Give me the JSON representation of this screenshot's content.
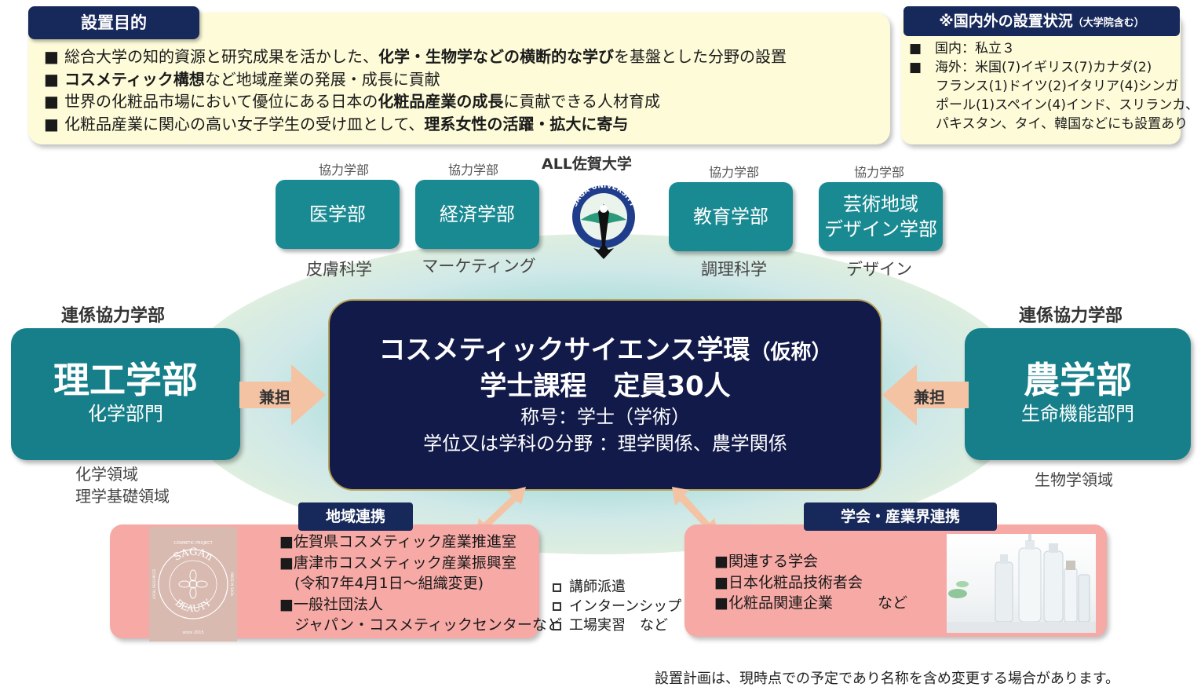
{
  "purpose": {
    "title": "設置目的",
    "items": [
      {
        "bullet": "■",
        "pre": "総合大学の知的資源と研究成果を活かした、",
        "bold": "化学・生物学などの横断的な学び",
        "post": "を基盤とした分野の設置"
      },
      {
        "bullet": "■",
        "pre": "",
        "bold": "コスメティック構想",
        "post": "など地域産業の発展・成長に貢献"
      },
      {
        "bullet": "■",
        "pre": "世界の化粧品市場において優位にある日本の",
        "bold": "化粧品産業の成長",
        "post": "に貢献できる人材育成"
      },
      {
        "bullet": "■",
        "pre": "化粧品産業に関心の高い女子学生の受け皿として、",
        "bold": "理系女性の活躍・拡大に寄与",
        "post": ""
      }
    ]
  },
  "international": {
    "title": "※国内外の設置状況",
    "title_note": "（大学院含む）",
    "lines": [
      "■　国内：私立３",
      "■　海外：米国(7)イギリス(7)カナダ(2)",
      "　　フランス(1)ドイツ(2)イタリア(4)シンガ",
      "　　ポール(1)スペイン(4)インド、スリランカ、",
      "　　パキスタン、タイ、韓国などにも設置あり"
    ]
  },
  "all_saga": "ALL佐賀大学",
  "logo_text": "SAGA UNIVERSITY",
  "coop_faculties": [
    {
      "label": "協力学部",
      "name": [
        "医学部"
      ],
      "sub": "皮膚科学"
    },
    {
      "label": "協力学部",
      "name": [
        "経済学部"
      ],
      "sub": "マーケティング"
    },
    {
      "label": "協力学部",
      "name": [
        "教育学部"
      ],
      "sub": "調理科学"
    },
    {
      "label": "協力学部",
      "name": [
        "芸術地域",
        "デザイン学部"
      ],
      "sub": "デザイン"
    }
  ],
  "left_dept": {
    "label": "連係協力学部",
    "name": "理工学部",
    "sub": "化学部門",
    "arrow": "兼担",
    "fields": [
      "化学領域",
      "理学基礎領域"
    ]
  },
  "right_dept": {
    "label": "連係協力学部",
    "name": "農学部",
    "sub": "生命機能部門",
    "arrow": "兼担",
    "fields": [
      "生物学領域"
    ]
  },
  "center": {
    "line1": "コスメティックサイエンス学環",
    "line1_note": "（仮称）",
    "line2": "学士課程　定員30人",
    "line3": "称号：学士（学術）",
    "line4": "学位又は学科の分野 ：理学関係、農学関係"
  },
  "region": {
    "title": "地域連携",
    "logo": {
      "top": "COSMETIC PROJECT",
      "main1": "SAGAn",
      "main2": "BEAUTY",
      "since": "since 2015",
      "side1": "LOCAL RESOURCES",
      "side2": "MADE IN SAGA"
    },
    "items": [
      "■佐賀県コスメティック産業推進室",
      "■唐津市コスメティック産業振興室",
      "　(令和7年4月1日～組織変更)",
      "■一般社団法人",
      "　ジャパン・コスメティックセンターなど"
    ]
  },
  "middle": {
    "items": [
      "講師派遣",
      "インターンシップ",
      "工場実習　など"
    ]
  },
  "industry": {
    "title": "学会・産業界連携",
    "items": [
      "■関連する学会",
      "■日本化粧品技術者会",
      "■化粧品関連企業　　　など"
    ]
  },
  "footnote": "設置計画は、現時点での予定であり名称を含め変更する場合があります。",
  "colors": {
    "navy": "#17285a",
    "teal": "#177f8a",
    "pink": "#f7a9a5",
    "cream": "#fdfbd8",
    "arrow": "#f3c3a4"
  }
}
